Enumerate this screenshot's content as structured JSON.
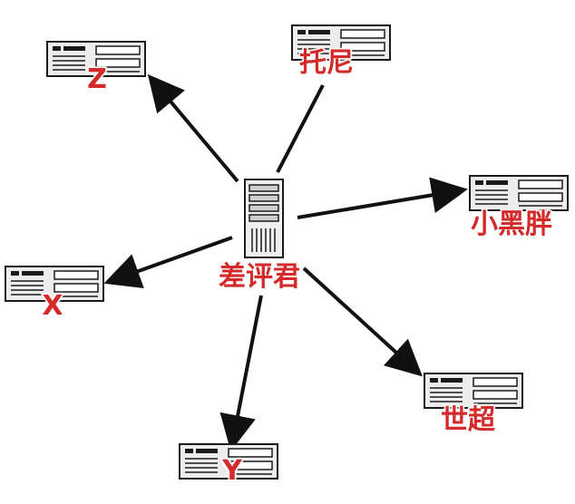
{
  "colors": {
    "label": "#d42a2a",
    "arrow": "#111111",
    "device_fill": "#ececec",
    "device_stroke": "#1a1a1a"
  },
  "server": {
    "label": "差评君",
    "icon": "tower-server-icon"
  },
  "clients": [
    {
      "id": "z",
      "label": "Z",
      "icon": "desktop-computer-icon",
      "arrow": "outgoing"
    },
    {
      "id": "tuoni",
      "label": "托尼",
      "icon": "desktop-computer-icon",
      "arrow": "none"
    },
    {
      "id": "xiaoheipang",
      "label": "小黑胖",
      "icon": "desktop-computer-icon",
      "arrow": "outgoing"
    },
    {
      "id": "x",
      "label": "X",
      "icon": "desktop-computer-icon",
      "arrow": "outgoing"
    },
    {
      "id": "y",
      "label": "Y",
      "icon": "desktop-computer-icon",
      "arrow": "outgoing"
    },
    {
      "id": "shichao",
      "label": "世超",
      "icon": "desktop-computer-icon",
      "arrow": "outgoing"
    }
  ]
}
